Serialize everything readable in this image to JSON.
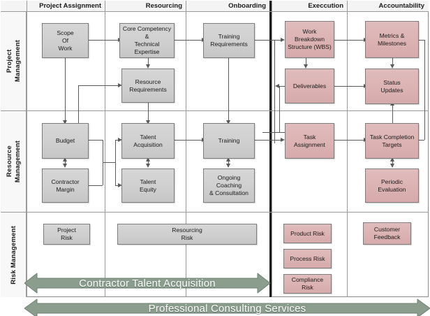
{
  "diagram": {
    "title": "Contractor Talent Acquisition / Professional Consulting Services process map",
    "colors": {
      "grey_box": "#cfcfcf",
      "pink_box": "#dcb2b2",
      "box_border": "#7d7d7d",
      "grid_line": "#9a9a9a",
      "divider_thick": "#1d1d1d",
      "banner_green": "#8b9e8e",
      "header_band": "#f4f4f4"
    },
    "columns": [
      {
        "id": "project-assignment",
        "label": "Project Assignment"
      },
      {
        "id": "resourcing",
        "label": "Resourcing"
      },
      {
        "id": "onboarding",
        "label": "Onboarding"
      },
      {
        "id": "execcution",
        "label": "Execcution"
      },
      {
        "id": "accountability",
        "label": "Accountability"
      }
    ],
    "rows": [
      {
        "id": "project-management",
        "label": "Project\nManagement"
      },
      {
        "id": "resource-management",
        "label": "Resource\nManagement"
      },
      {
        "id": "risk-management",
        "label": "Risk Management"
      }
    ],
    "nodes": {
      "scope_of_work": "Scope\nOf\nWork",
      "core_competency": "Core Competency\n&\nTechnical Expertise",
      "resource_requirements": "Resource\nRequirements",
      "training_requirements": "Training\nRequirements",
      "wbs": "Work\nBreakdown\nStructure (WBS)",
      "deliverables": "Deliverables",
      "metrics_milestones": "Metrics &\nMilestones",
      "status_updates": "Status\nUpdates",
      "budget": "Budget",
      "contractor_margin": "Contractor\nMargin",
      "talent_acquisition": "Talent\nAcquisition",
      "talent_equity": "Talent\nEquity",
      "training": "Training",
      "ongoing_coaching": "Ongoing\nCoaching\n& Consultation",
      "task_assignment": "Task\nAssignment",
      "task_completion_targets": "Task Completion\nTargets",
      "periodic_evaluation": "Periodic\nEvaluation",
      "project_risk": "Project\nRisk",
      "resourcing_risk": "Resourcing\nRisk",
      "product_risk": "Product Risk",
      "process_risk": "Process Risk",
      "compliance_risk": "Compliance Risk",
      "customer_feedback": "Customer\nFeedback"
    },
    "banners": [
      {
        "id": "contractor-talent-acquisition",
        "label": "Contractor Talent Acquisition",
        "direction": "both"
      },
      {
        "id": "professional-consulting-services",
        "label": "Professional Consulting Services",
        "direction": "both"
      }
    ]
  }
}
